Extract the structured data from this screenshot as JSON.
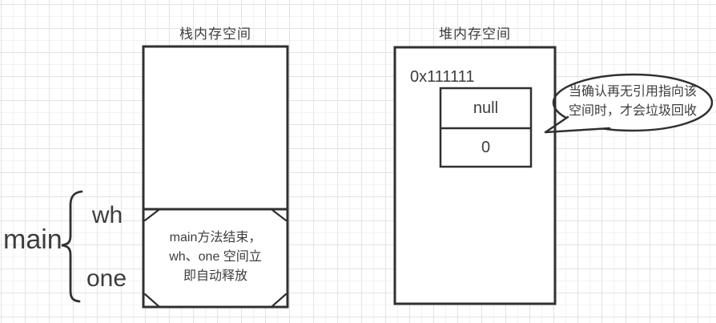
{
  "colors": {
    "stroke": "#303030",
    "text": "#3d3d3d",
    "background": "#ffffff",
    "grid_minor": "#f2f2f2",
    "grid_major": "#e3e3e3"
  },
  "stack": {
    "title": "栈内存空间",
    "release_note": {
      "lines": [
        "main方法结束，",
        "wh、one 空间立",
        "即自动释放"
      ]
    }
  },
  "heap": {
    "title": "堆内存空间",
    "object": {
      "address": "0x111111",
      "fields": [
        {
          "value": "null"
        },
        {
          "value": "0"
        }
      ]
    }
  },
  "annotation": {
    "method": "main",
    "variables": [
      "wh",
      "one"
    ]
  },
  "callout": {
    "lines": [
      "当确认再无引用指向该",
      "空间时，才会垃圾回收"
    ]
  }
}
